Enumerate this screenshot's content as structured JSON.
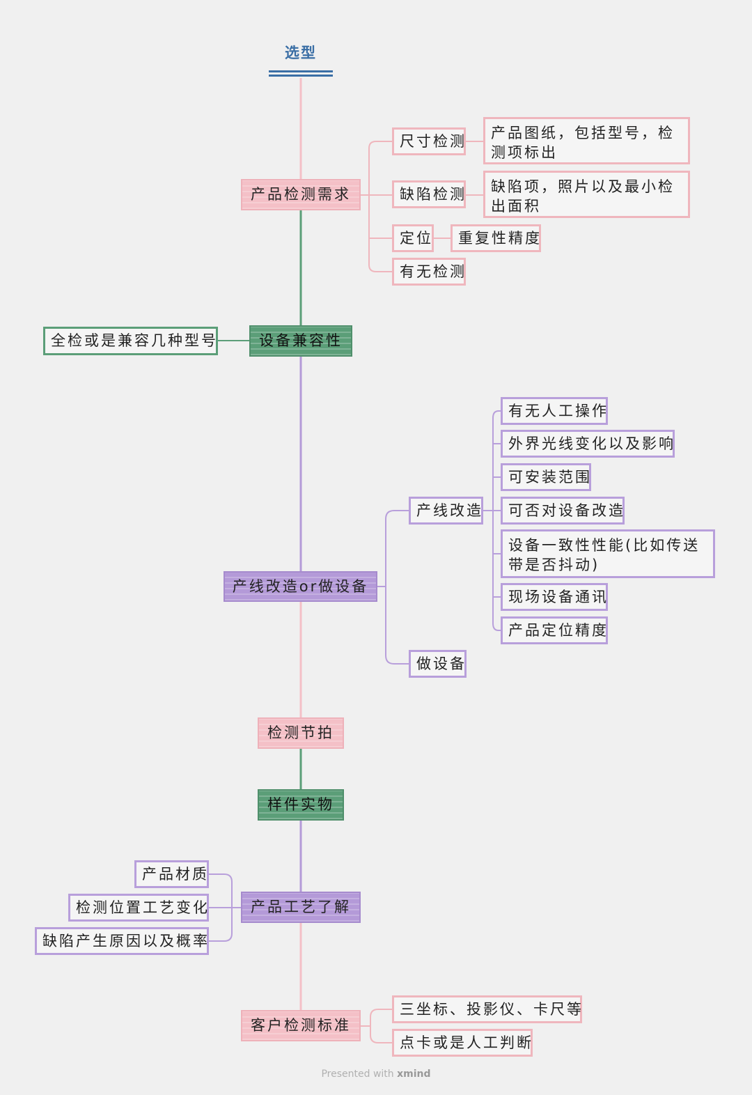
{
  "title": "选型",
  "colors": {
    "pink": "#f4c0c7",
    "green": "#5b9e78",
    "purple": "#b49ad8",
    "title": "#3a6ea5"
  },
  "nodes": {
    "product_inspection": "产品检测需求",
    "dimension": "尺寸检测",
    "dimension_note": "产品图纸，包括型号，检测项标出",
    "defect": "缺陷检测",
    "defect_note": "缺陷项，照片以及最小检出面积",
    "positioning": "定位",
    "repeatability": "重复性精度",
    "presence": "有无检测",
    "compatibility": "设备兼容性",
    "compat_note": "全检或是兼容几种型号",
    "line_or_device": "产线改造or做设备",
    "line_mod": "产线改造",
    "manual_op": "有无人工操作",
    "ambient_light": "外界光线变化以及影响",
    "install_range": "可安装范围",
    "device_mod": "可否对设备改造",
    "consistency": "设备一致性性能(比如传送带是否抖动)",
    "onsite_comm": "现场设备通讯",
    "product_pos": "产品定位精度",
    "make_device": "做设备",
    "takt": "检测节拍",
    "sample": "样件实物",
    "process": "产品工艺了解",
    "material": "产品材质",
    "position_change": "检测位置工艺变化",
    "defect_cause": "缺陷产生原因以及概率",
    "customer_std": "客户检测标准",
    "tools": "三坐标、投影仪、卡尺等",
    "gauge": "点卡或是人工判断"
  },
  "footer": {
    "prefix": "Presented with",
    "brand": "xmind"
  }
}
